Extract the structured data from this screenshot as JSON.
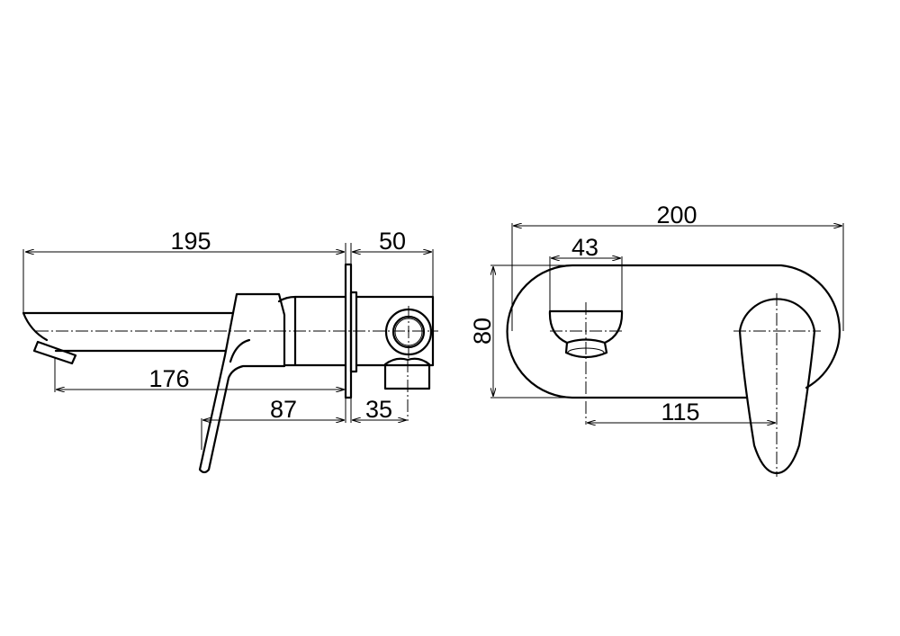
{
  "drawing": {
    "side_view": {
      "dimensions": {
        "overall_length": "195",
        "body_depth": "50",
        "spout_reach": "176",
        "handle_offset": "87",
        "outlet_offset": "35"
      }
    },
    "front_view": {
      "dimensions": {
        "plate_width": "200",
        "outlet_width": "43",
        "plate_height": "80",
        "center_distance": "115"
      }
    }
  }
}
